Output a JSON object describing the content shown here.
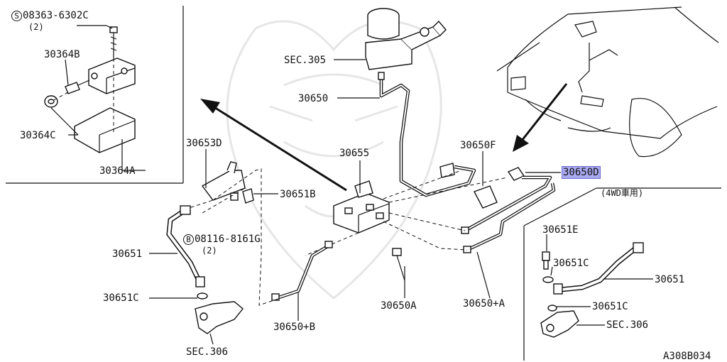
{
  "labels": {
    "bolt_s_part": "08363-6302C",
    "bolt_s_qty": "(2)",
    "bolt_s_symbol": "S",
    "p30364b": "30364B",
    "p30364c": "30364C",
    "p30364a": "30364A",
    "sec305": "SEC.305",
    "p30650": "30650",
    "p30653d": "30653D",
    "p30655": "30655",
    "p30650f": "30650F",
    "p30650d": "30650D",
    "p30651b": "30651B",
    "bolt_b_symbol": "B",
    "bolt_b_part": "08116-8161G",
    "bolt_b_qty": "(2)",
    "p30651_left": "30651",
    "p30651c_left": "30651C",
    "sec306_left": "SEC.306",
    "p30650b": "30650+B",
    "p30650a": "30650A",
    "p30650plusa": "30650+A",
    "variant_4wd": "(4WD車用)",
    "p30651e": "30651E",
    "p30651c_r1": "30651C",
    "p30651_right": "30651",
    "p30651c_r2": "30651C",
    "sec306_right": "SEC.306",
    "diagram_code": "A308B034"
  },
  "highlight_color": "#a9a9f0"
}
